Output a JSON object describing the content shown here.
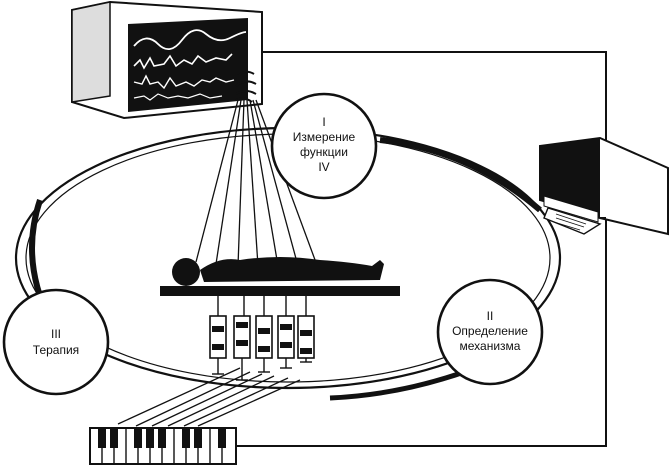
{
  "stages": {
    "measurement": {
      "numeral": "I",
      "line1": "Измерение",
      "line2": "функции",
      "line3": "IV"
    },
    "mechanism": {
      "numeral": "II",
      "line1": "Определение",
      "line2": "механизма"
    },
    "therapy": {
      "numeral": "III",
      "line1": "Терапия"
    }
  },
  "icons": {
    "monitor": "oscilloscope-monitor-icon",
    "printer": "printer-icon",
    "patient": "patient-lying-icon",
    "syringes": "syringe-pump-icon",
    "keyboard": "keyboard-icon"
  },
  "colors": {
    "ink": "#111111",
    "paper": "#ffffff"
  }
}
